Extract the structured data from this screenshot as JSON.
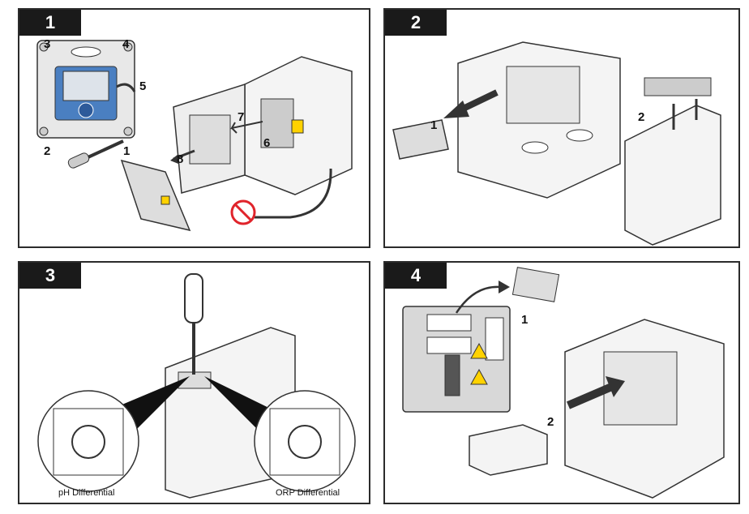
{
  "panels": [
    {
      "number": "1",
      "callouts": {
        "c1": "1",
        "c2": "2",
        "c3": "3",
        "c4": "4",
        "c5": "5",
        "c6": "6",
        "c7": "7",
        "c8": "8"
      }
    },
    {
      "number": "2",
      "callouts": {
        "c1": "1",
        "c2": "2"
      }
    },
    {
      "number": "3",
      "captions": {
        "left": "pH Differential",
        "right": "ORP Differential"
      }
    },
    {
      "number": "4",
      "callouts": {
        "c1": "1",
        "c2": "2"
      }
    }
  ]
}
